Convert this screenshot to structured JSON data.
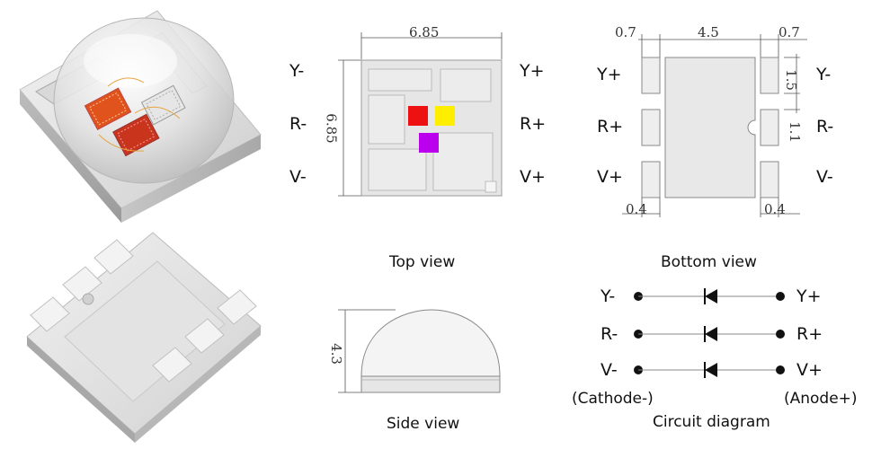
{
  "top_view": {
    "caption": "Top view",
    "dim_width": "6.85",
    "dim_height": "6.85",
    "pins_left": [
      "Y-",
      "R-",
      "V-"
    ],
    "pins_right": [
      "Y+",
      "R+",
      "V+"
    ],
    "chip_colors": {
      "red": "#ee1111",
      "yellow": "#ffee00",
      "violet": "#bb00ee"
    }
  },
  "bottom_view": {
    "caption": "Bottom view",
    "dim_left_pad": "0.7",
    "dim_center": "4.5",
    "dim_right_pad": "0.7",
    "dim_pad_height": "1.5",
    "dim_pad_gap": "1.1",
    "dim_left_width": "0.4",
    "dim_right_width": "0.4",
    "pins_left": [
      "Y+",
      "R+",
      "V+"
    ],
    "pins_right": [
      "Y-",
      "R-",
      "V-"
    ]
  },
  "side_view": {
    "caption": "Side view",
    "dim_height": "4.3"
  },
  "circuit": {
    "caption": "Circuit diagram",
    "left_labels": [
      "Y-",
      "R-",
      "V-"
    ],
    "right_labels": [
      "Y+",
      "R+",
      "V+"
    ],
    "cathode_label": "(Cathode-)",
    "anode_label": "(Anode+)"
  }
}
